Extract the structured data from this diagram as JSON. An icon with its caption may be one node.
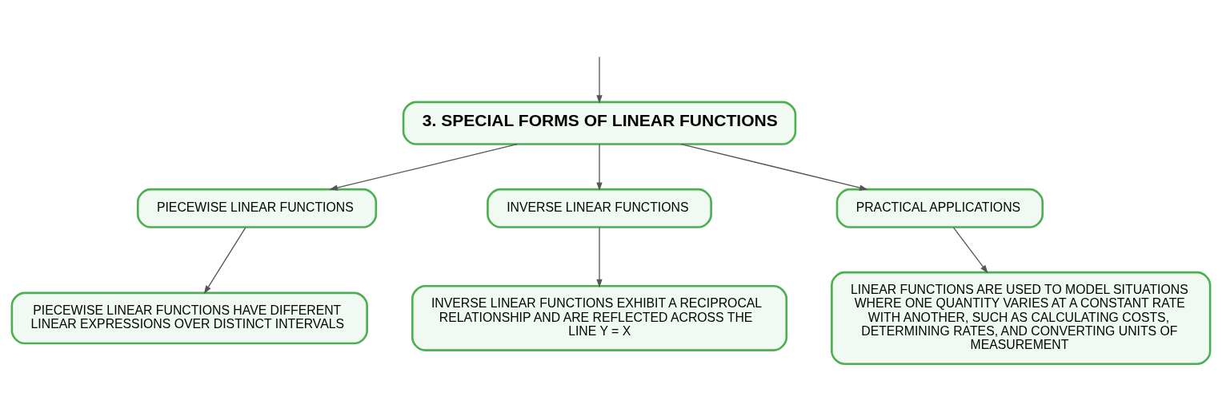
{
  "diagram": {
    "nodes": [
      {
        "text": [
          "3. SPECIAL FORMS OF LINEAR FUNCTIONS"
        ]
      },
      {
        "text": [
          "PIECEWISE LINEAR FUNCTIONS"
        ]
      },
      {
        "text": [
          "INVERSE LINEAR FUNCTIONS"
        ]
      },
      {
        "text": [
          "PRACTICAL APPLICATIONS"
        ]
      },
      {
        "text": [
          "PIECEWISE LINEAR FUNCTIONS HAVE DIFFERENT LINEAR EXPRESSIONS OVER DISTINCT INTERVALS"
        ]
      },
      {
        "text": [
          "INVERSE LINEAR FUNCTIONS EXHIBIT A RECIPROCAL RELATIONSHIP AND ARE REFLECTED ACROSS THE LINE Y = X"
        ]
      },
      {
        "text": [
          "LINEAR FUNCTIONS ARE USED TO MODEL SITUATIONS WHERE ONE QUANTITY VARIES AT A CONSTANT RATE WITH ANOTHER, SUCH AS CALCULATING COSTS, DETERMINING RATES, AND CONVERTING UNITS OF MEASUREMENT"
        ]
      }
    ],
    "edges": [
      {
        "from": null,
        "to": 0,
        "arrow": "to"
      },
      {
        "from": 0,
        "to": 1,
        "arrow": "to"
      },
      {
        "from": 0,
        "to": 2,
        "arrow": "to"
      },
      {
        "from": 0,
        "to": 3,
        "arrow": "to"
      },
      {
        "from": 1,
        "to": 4,
        "arrow": "to"
      },
      {
        "from": 2,
        "to": 5,
        "arrow": "to"
      },
      {
        "from": 3,
        "to": 6,
        "arrow": "to"
      }
    ]
  }
}
